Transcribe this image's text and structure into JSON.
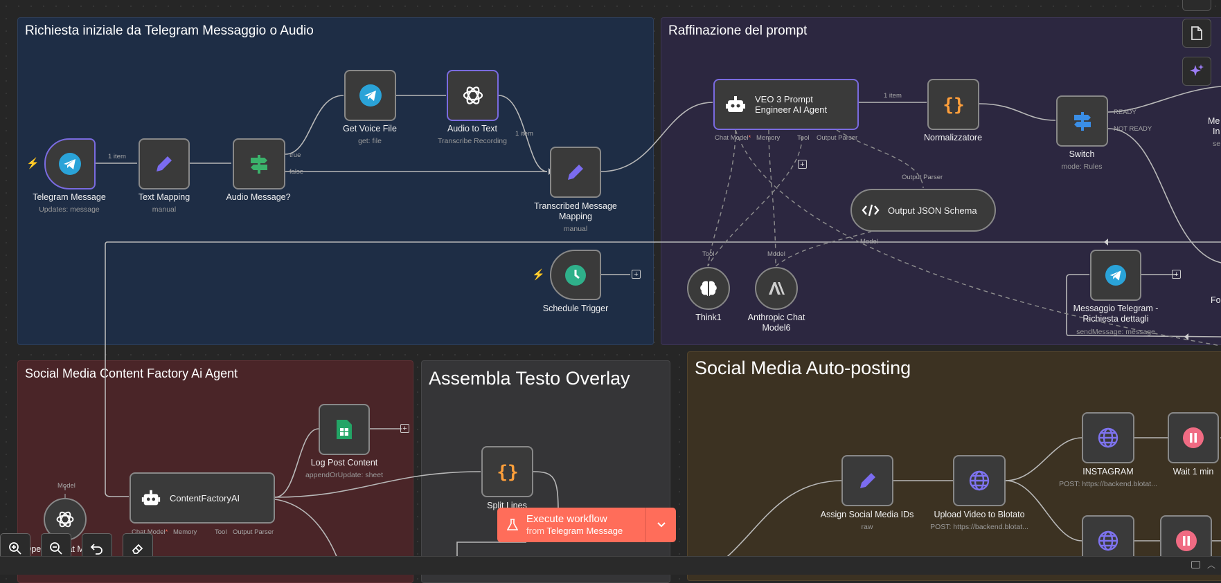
{
  "stickies": {
    "telegram_section": "Richiesta iniziale da Telegram Messaggio o Audio",
    "prompt_section": "Raffinazione del prompt",
    "factory_section": "Social Media Content Factory Ai Agent",
    "overlay_section": "Assembla Testo Overlay",
    "autopost_section": "Social Media Auto-posting"
  },
  "nodes": {
    "telegram_message": {
      "label": "Telegram Message",
      "sub": "Updates: message"
    },
    "text_mapping": {
      "label": "Text Mapping",
      "sub": "manual"
    },
    "audio_message": {
      "label": "Audio Message?"
    },
    "get_voice_file": {
      "label": "Get Voice File",
      "sub": "get: file"
    },
    "audio_to_text": {
      "label": "Audio to Text",
      "sub": "Transcribe Recording"
    },
    "transcribed_mapping": {
      "label": "Transcribed Message Mapping",
      "sub": "manual"
    },
    "schedule_trigger": {
      "label": "Schedule Trigger"
    },
    "veo3_agent": {
      "label": "VEO 3 Prompt Engineer AI Agent"
    },
    "normalizzatore": {
      "label": "Normalizzatore"
    },
    "switch": {
      "label": "Switch",
      "sub": "mode: Rules"
    },
    "output_json_schema": {
      "label": "Output JSON Schema"
    },
    "think1": {
      "label": "Think1"
    },
    "anthropic_chat": {
      "label": "Anthropic Chat Model6"
    },
    "messaggio_telegram": {
      "label": "Messaggio Telegram - Richiesta dettagli",
      "sub": "sendMessage: message"
    },
    "partial_me": {
      "label": "Me"
    },
    "partial_in": {
      "label": "In"
    },
    "partial_se": {
      "label": "se"
    },
    "partial_fo": {
      "label": "Fo"
    },
    "content_factory": {
      "label": "ContentFactoryAI"
    },
    "log_post_content": {
      "label": "Log Post Content",
      "sub": "appendOrUpdate: sheet"
    },
    "openai_chat": {
      "label": "OpenAI Chat Model1"
    },
    "split_lines": {
      "label": "Split Lines"
    },
    "assign_social_ids": {
      "label": "Assign Social Media IDs",
      "sub": "raw"
    },
    "upload_video": {
      "label": "Upload Video to Blotato",
      "sub": "POST: https://backend.blotat..."
    },
    "instagram": {
      "label": "INSTAGRAM",
      "sub": "POST: https://backend.blotat..."
    },
    "wait_1_min": {
      "label": "Wait 1 min"
    }
  },
  "connection_labels": {
    "item1": "1 item",
    "item2": "1 item",
    "item3": "1 item",
    "true": "true",
    "false": "false",
    "ready": "READY",
    "not_ready": "NOT READY"
  },
  "ports": {
    "chat_model": "Chat Model",
    "required_mark": "*",
    "memory": "Memory",
    "tool": "Tool",
    "output_parser": "Output Parser",
    "model": "Model"
  },
  "execute": {
    "label": "Execute workflow",
    "from_prefix": "from",
    "from_node": "Telegram Message"
  },
  "colors": {
    "telegram_sticky": "#1e2d45",
    "prompt_sticky": "#2c2740",
    "factory_sticky": "#4a2528",
    "overlay_sticky": "#353537",
    "autopost_sticky": "#3c3222",
    "execute_button": "#ff6d5a",
    "telegram_blue": "#2aa3d8",
    "edit_purple": "#7b6cf0",
    "switch_green": "#3bb26b",
    "code_orange": "#ff9f3a",
    "http_purple": "#6f63e6",
    "wait_pink": "#f06b83"
  },
  "icons": [
    "telegram-icon",
    "pencil-icon",
    "signpost-icon",
    "openai-icon",
    "clock-icon",
    "robot-icon",
    "braces-icon",
    "code-icon",
    "brain-icon",
    "anthropic-icon",
    "sheets-icon",
    "globe-icon",
    "pause-icon",
    "zoom-in-icon",
    "zoom-out-icon",
    "undo-icon",
    "eraser-icon",
    "flask-icon",
    "chevron-down-icon",
    "lightning-icon",
    "sparkle-icon",
    "document-icon"
  ]
}
